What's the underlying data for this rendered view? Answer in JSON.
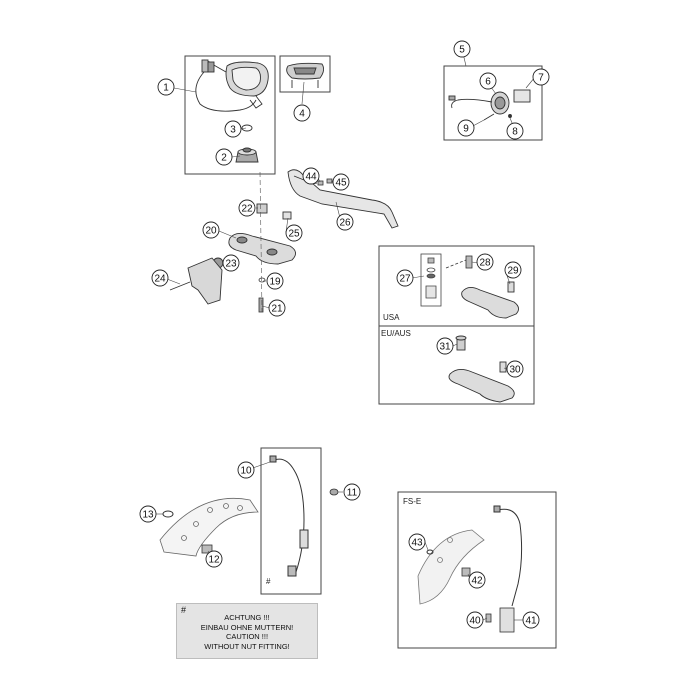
{
  "callouts": {
    "c1": "1",
    "c2": "2",
    "c3": "3",
    "c4": "4",
    "c5": "5",
    "c6": "6",
    "c7": "7",
    "c8": "8",
    "c9": "9",
    "c10": "10",
    "c11": "11",
    "c12": "12",
    "c13": "13",
    "c19": "19",
    "c20": "20",
    "c21": "21",
    "c22": "22",
    "c23": "23",
    "c24": "24",
    "c25": "25",
    "c26": "26",
    "c27": "27",
    "c28": "28",
    "c29": "29",
    "c30": "30",
    "c31": "31",
    "c40": "40",
    "c41": "41",
    "c42": "42",
    "c43": "43",
    "c44": "44",
    "c45": "45"
  },
  "regions": {
    "usa": "USA",
    "eu_aus": "EU/AUS",
    "fs_e": "FS-E",
    "hash_mark": "#"
  },
  "caution_note": {
    "hash": "#",
    "line1": "ACHTUNG !!!",
    "line2": "EINBAU OHNE MUTTERN!",
    "line3": "CAUTION !!!",
    "line4": "WITHOUT NUT FITTING!"
  }
}
